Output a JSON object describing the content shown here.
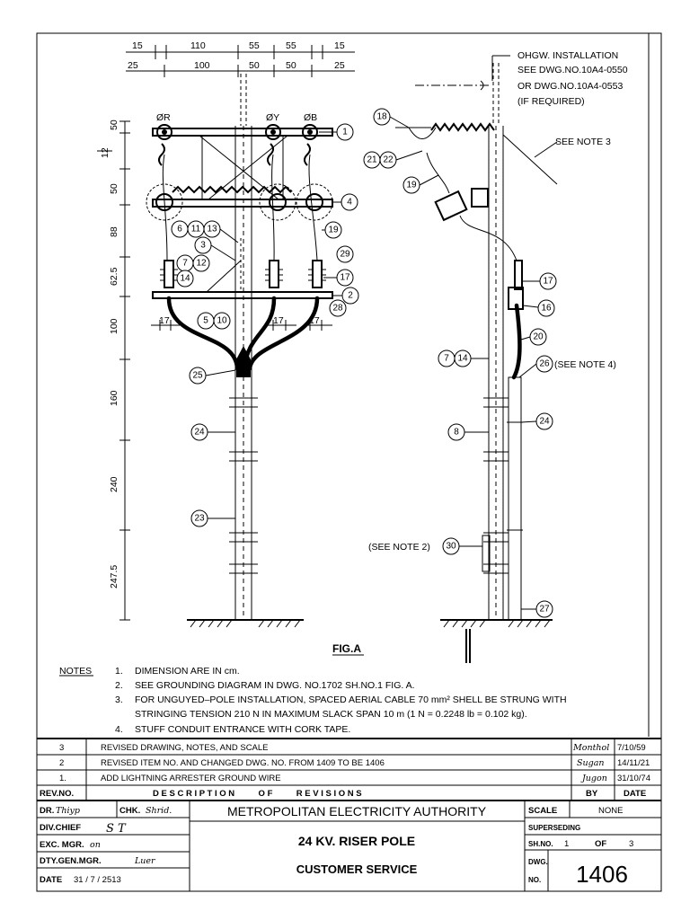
{
  "dims": {
    "top_row1": [
      "15",
      "110",
      "55",
      "55",
      "15"
    ],
    "top_row2": [
      "25",
      "100",
      "50",
      "50",
      "25"
    ],
    "left_vertical": [
      "12",
      "50",
      "50",
      "88",
      "62.5",
      "100",
      "160",
      "240",
      "247.5"
    ],
    "crossarm_offsets": [
      "17",
      "17",
      "17"
    ]
  },
  "phases": [
    "ØR",
    "ØY",
    "ØB"
  ],
  "front_callouts": [
    "1",
    "4",
    "6",
    "11",
    "13",
    "19",
    "3",
    "29",
    "7",
    "12",
    "14",
    "17",
    "2",
    "5",
    "10",
    "28",
    "25",
    "24",
    "23"
  ],
  "side_callouts": [
    "18",
    "21",
    "22",
    "19",
    "17",
    "16",
    "20",
    "7",
    "14",
    "26",
    "24",
    "8",
    "30",
    "27"
  ],
  "side_labels": {
    "ohgw": [
      "OHGW. INSTALLATION",
      "SEE DWG.NO.10A4-0550",
      "OR DWG.NO.10A4-0553",
      "(IF REQUIRED)"
    ],
    "see_note_3": "SEE NOTE 3",
    "see_note_4": "(SEE NOTE 4)",
    "see_note_2": "(SEE NOTE 2)"
  },
  "figure_label": "FIG.A",
  "notes": {
    "heading": "NOTES",
    "items": [
      {
        "num": "1.",
        "text": "DIMENSION ARE IN cm."
      },
      {
        "num": "2.",
        "text": "SEE GROUNDING DIAGRAM IN DWG. NO.1702 SH.NO.1 FIG. A."
      },
      {
        "num": "3.",
        "text": "FOR UNGUYED–POLE INSTALLATION, SPACED AERIAL CABLE 70 mm² SHELL BE STRUNG WITH"
      },
      {
        "num": "",
        "text": "STRINGING TENSION 210 N IN MAXIMUM SLACK SPAN 10 m (1 N = 0.2248 lb = 0.102 kg)."
      },
      {
        "num": "4.",
        "text": "STUFF CONDUIT ENTRANCE WITH CORK TAPE."
      }
    ]
  },
  "revisions": {
    "rows": [
      {
        "rev": "3",
        "desc": "REVISED DRAWING, NOTES, AND SCALE",
        "by": "Monthol",
        "date": "7/10/59"
      },
      {
        "rev": "2",
        "desc": "REVISED ITEM NO. AND CHANGED DWG. NO. FROM 1409 TO BE 1406",
        "by": "Sugan",
        "date": "14/11/21"
      },
      {
        "rev": "1.",
        "desc": "ADD LIGHTNING ARRESTER GROUND WIRE",
        "by": "Jugon",
        "date": "31/10/74"
      }
    ],
    "header_rev": "REV.NO.",
    "header_desc": "D E S C R I P T I O N          O F          R E V I S I O N S",
    "header_by": "BY",
    "header_date": "DATE"
  },
  "title_block": {
    "authority": "METROPOLITAN ELECTRICITY AUTHORITY",
    "title1": "24 KV. RISER POLE",
    "title2": "CUSTOMER SERVICE",
    "dr_label": "DR.",
    "dr_sig": "Thiyp",
    "chk_label": "CHK.",
    "chk_sig": "Shrid.",
    "div_chief_label": "DIV.CHIEF",
    "div_chief_sig": "S T",
    "exc_mgr_label": "EXC. MGR.",
    "exc_mgr_sig": "on",
    "dty_gen_mgr_label": "DTY.GEN.MGR.",
    "dty_gen_mgr_sig": "Luer",
    "date_label": "DATE",
    "date_value": "31 / 7 / 2513",
    "scale_label": "SCALE",
    "scale_value": "NONE",
    "superseding_label": "SUPERSEDING",
    "sheet_label": "SH.NO.",
    "sheet_value": "1",
    "sheet_of_label": "OF",
    "sheet_total": "3",
    "dwg_label_1": "DWG.",
    "dwg_label_2": "NO.",
    "dwg_no": "1406"
  }
}
